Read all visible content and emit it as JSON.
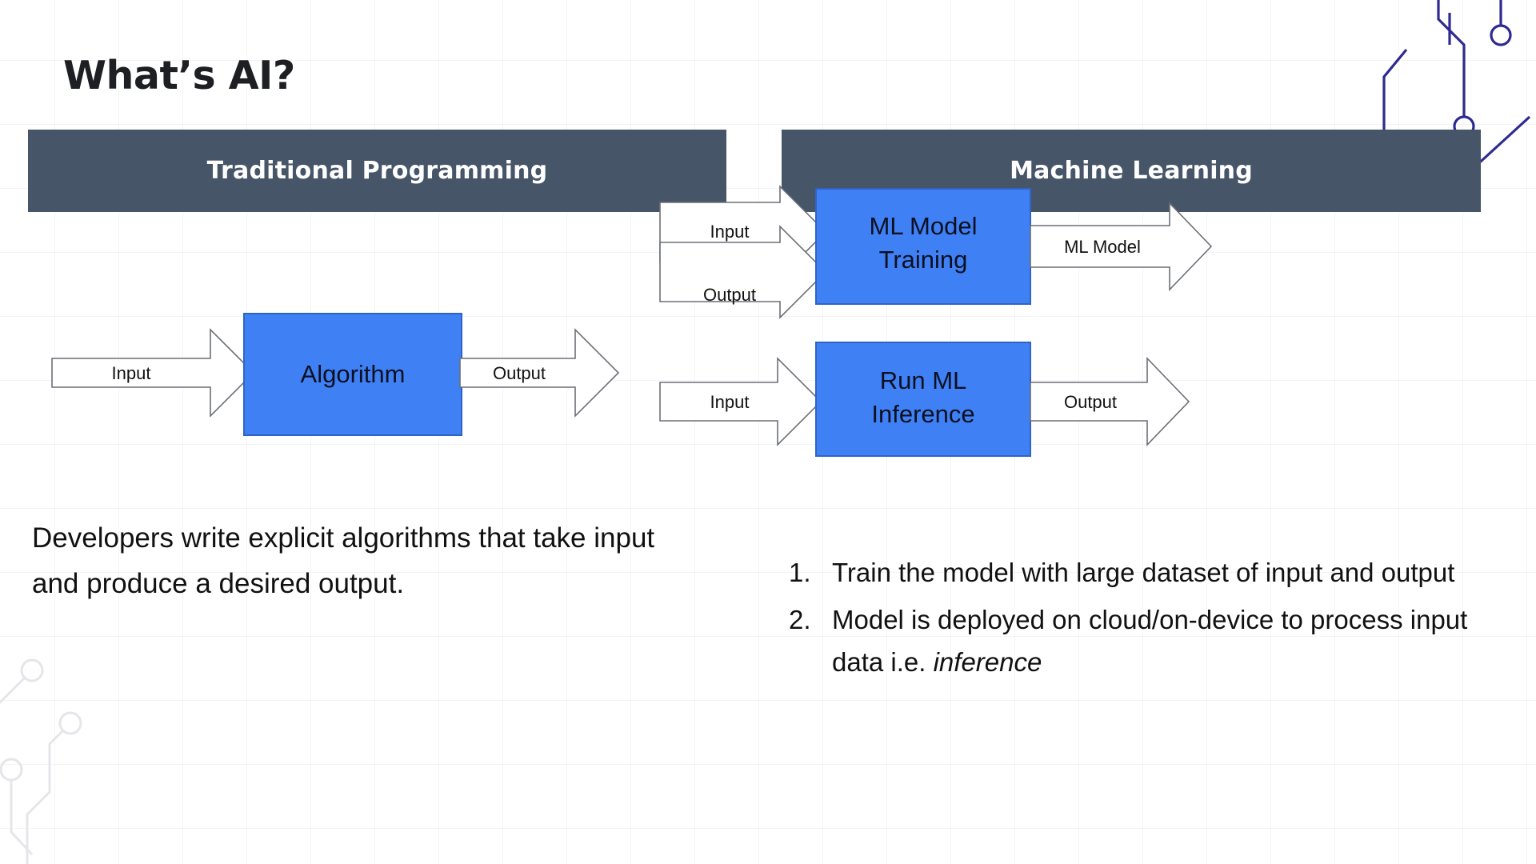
{
  "slide": {
    "title": "What’s AI?",
    "accent_blue": "#3f80f5",
    "header_slate": "#475569",
    "text_color": "#111111",
    "background": "#ffffff"
  },
  "columns": {
    "left": {
      "header": "Traditional Programming"
    },
    "right": {
      "header": "Machine Learning"
    }
  },
  "left_diagram": {
    "input_label": "Input",
    "process_label": "Algorithm",
    "output_label": "Output"
  },
  "right_diagram": {
    "training": {
      "input_label": "Input",
      "output_label": "Output",
      "process_line1": "ML Model",
      "process_line2": "Training",
      "result_label": "ML Model"
    },
    "inference": {
      "input_label": "Input",
      "process_line1": "Run ML",
      "process_line2": "Inference",
      "output_label": "Output"
    }
  },
  "left_body": {
    "paragraph": "Developers write explicit algorithms that take input and produce a desired output."
  },
  "right_body": {
    "items": [
      {
        "number": "1.",
        "text": "Train the model with large dataset of input and output",
        "italic_tail": ""
      },
      {
        "number": "2.",
        "text": "Model is deployed on cloud/on-device to process input data i.e. ",
        "italic_tail": "inference"
      }
    ]
  },
  "decor": {
    "circuit_top_right_color": "#2f2a8f",
    "circuit_bottom_left_color": "#e8e8ec"
  }
}
